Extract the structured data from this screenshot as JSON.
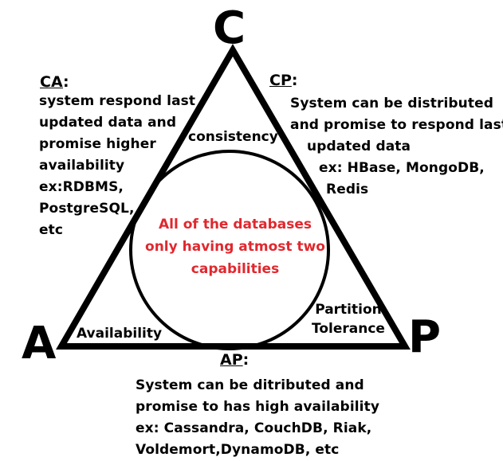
{
  "vertices": {
    "c": "C",
    "a": "A",
    "p": "P"
  },
  "capabilities": {
    "consistency": "consistency",
    "availability": "Availability",
    "partition_tolerance": [
      "Partition",
      "Tolerance"
    ]
  },
  "center_note": {
    "lines": [
      "All of the databases",
      "only having atmost two",
      "capabilities"
    ],
    "color": "#e0282e"
  },
  "ca": {
    "heading": "CA",
    "suffix": ":",
    "lines": [
      "system respond last",
      "updated data and",
      "promise higher",
      "availability",
      "ex:RDBMS,",
      "PostgreSQL,",
      "etc"
    ]
  },
  "cp": {
    "heading": "CP",
    "suffix": ":",
    "lines": [
      "System can be distributed",
      "and promise to respond last",
      "updated data",
      "ex: HBase, MongoDB,",
      "Redis"
    ]
  },
  "ap": {
    "heading": "AP",
    "suffix": ":",
    "lines": [
      "System can be ditributed and",
      "promise to has high availability",
      "ex: Cassandra, CouchDB, Riak,",
      "Voldemort,DynamoDB, etc"
    ]
  },
  "colors": {
    "stroke": "#000000",
    "background": "#ffffff",
    "text": "#000000"
  }
}
